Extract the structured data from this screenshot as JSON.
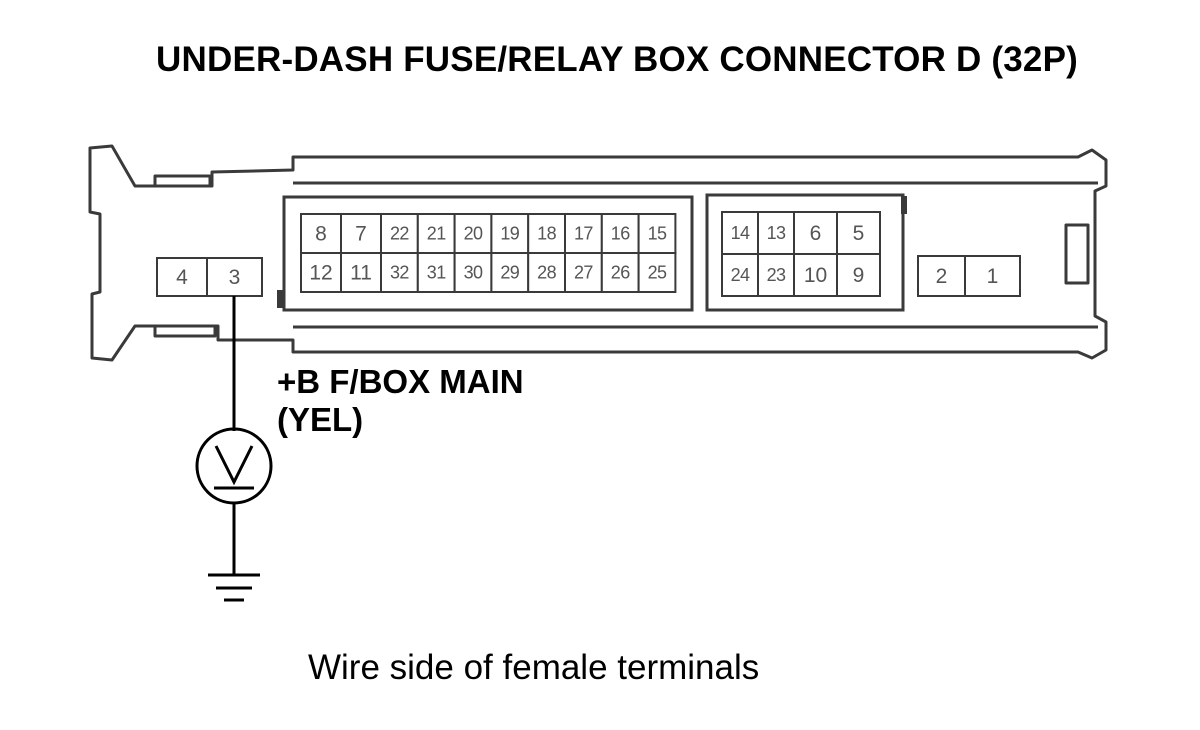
{
  "title": "UNDER-DASH FUSE/RELAY BOX CONNECTOR D (32P)",
  "wire_label": {
    "line1": "+B F/BOX MAIN",
    "line2": "(YEL)"
  },
  "caption": "Wire side of female terminals",
  "meter": {
    "symbol": "V"
  },
  "terminals": {
    "block_left": [
      [
        "4",
        "3"
      ]
    ],
    "block_main": [
      [
        "8",
        "7",
        "22",
        "21",
        "20",
        "19",
        "18",
        "17",
        "16",
        "15"
      ],
      [
        "12",
        "11",
        "32",
        "31",
        "30",
        "29",
        "28",
        "27",
        "26",
        "25"
      ]
    ],
    "block_middle": [
      [
        "14",
        "13",
        "6",
        "5"
      ],
      [
        "24",
        "23",
        "10",
        "9"
      ]
    ],
    "block_right": [
      [
        "2",
        "1"
      ]
    ]
  },
  "probed_terminal": "3",
  "colors": {
    "outline": "#3a3a3a",
    "pin_text": "#555555",
    "wire": "#000000"
  }
}
